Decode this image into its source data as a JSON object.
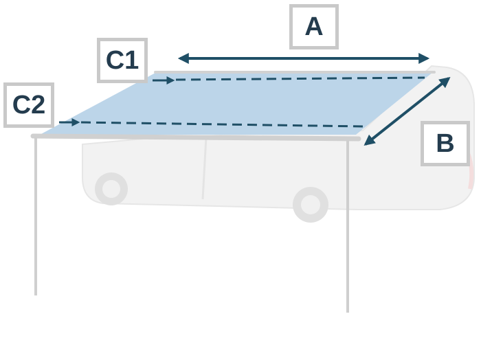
{
  "labels": {
    "a": "A",
    "b": "B",
    "c1": "C1",
    "c2": "C2"
  },
  "colors": {
    "canopy_fill": "#bcd5e9",
    "arrow": "#1f4f66",
    "label_text": "#243c4e",
    "label_border": "#c9c9c9",
    "vehicle": "#f0f0f0",
    "rail": "#d0d0d0"
  },
  "icons": {
    "vehicle": "motorhome-silhouette",
    "awning": "awning-canopy"
  }
}
